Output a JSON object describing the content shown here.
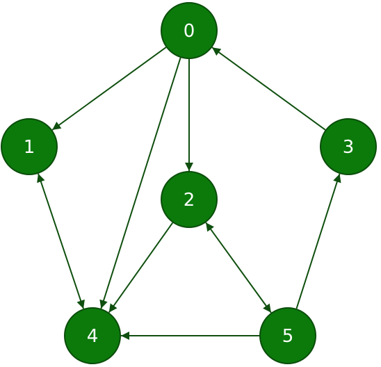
{
  "colors": {
    "node_fill": "#0b7a0b",
    "node_stroke": "#0b4d0b",
    "edge": "#0f4f0f",
    "label": "#ffffff",
    "background": "#ffffff"
  },
  "nodes": [
    {
      "id": "0",
      "label": "0"
    },
    {
      "id": "1",
      "label": "1"
    },
    {
      "id": "2",
      "label": "2"
    },
    {
      "id": "3",
      "label": "3"
    },
    {
      "id": "4",
      "label": "4"
    },
    {
      "id": "5",
      "label": "5"
    }
  ],
  "edges": [
    {
      "from": "0",
      "to": "1",
      "arrow_start": false,
      "arrow_end": true
    },
    {
      "from": "0",
      "to": "2",
      "arrow_start": false,
      "arrow_end": true
    },
    {
      "from": "0",
      "to": "4",
      "arrow_start": false,
      "arrow_end": true
    },
    {
      "from": "3",
      "to": "0",
      "arrow_start": false,
      "arrow_end": true
    },
    {
      "from": "1",
      "to": "4",
      "arrow_start": true,
      "arrow_end": true
    },
    {
      "from": "2",
      "to": "4",
      "arrow_start": false,
      "arrow_end": true
    },
    {
      "from": "2",
      "to": "5",
      "arrow_start": true,
      "arrow_end": true
    },
    {
      "from": "5",
      "to": "3",
      "arrow_start": false,
      "arrow_end": true
    },
    {
      "from": "5",
      "to": "4",
      "arrow_start": false,
      "arrow_end": true
    }
  ]
}
